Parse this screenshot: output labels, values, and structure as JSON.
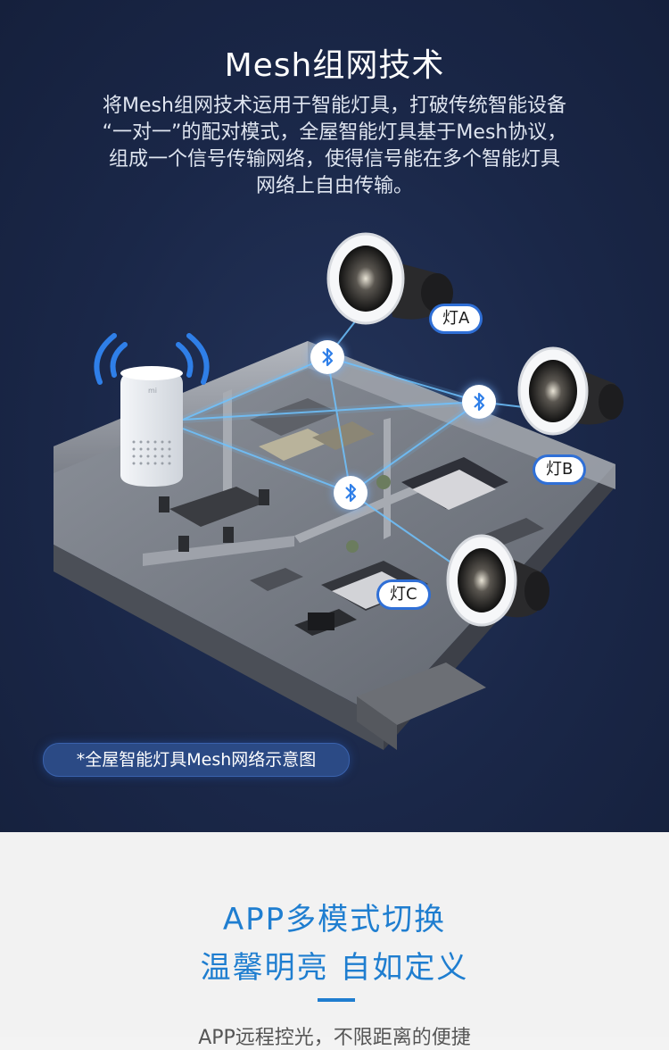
{
  "hero": {
    "title": "Mesh组网技术",
    "description_lines": [
      "将Mesh组网技术运用于智能灯具，打破传统智能设备",
      "“一对一”的配对模式，全屋智能灯具基于Mesh协议，",
      "组成一个信号传输网络，使得信号能在多个智能灯具",
      "网络上自由传输。"
    ],
    "lights": [
      {
        "label": "灯A"
      },
      {
        "label": "灯B"
      },
      {
        "label": "灯C"
      }
    ],
    "caption": "*全屋智能灯具Mesh网络示意图",
    "speaker_logo": "mi",
    "icons": [
      "bluetooth-icon",
      "wifi-icon"
    ],
    "colors": {
      "background": "#1a2748",
      "accent_blue": "#2f6fd6",
      "link_line": "#6fc3ff"
    }
  },
  "section2": {
    "title": "APP多模式切换",
    "subtitle": "温馨明亮 自如定义",
    "body": "APP远程控光，不限距离的便捷",
    "colors": {
      "title": "#1f7ed0"
    }
  }
}
